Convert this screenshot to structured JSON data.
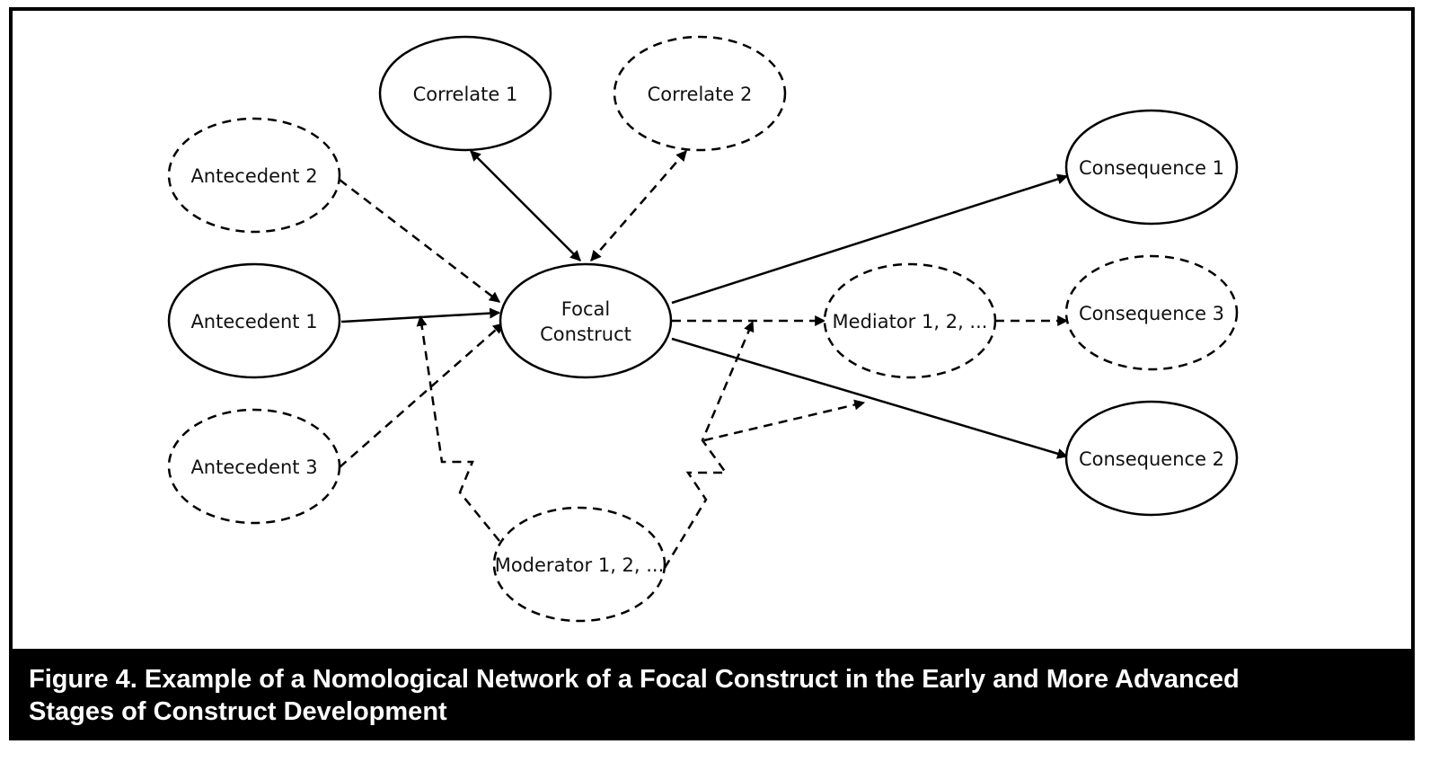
{
  "caption": {
    "line1": "Figure 4.  Example of a Nomological Network of a Focal Construct in the Early and More Advanced",
    "line2": "Stages of Construct Development"
  },
  "nodes": {
    "correlate1": "Correlate 1",
    "correlate2": "Correlate 2",
    "antecedent2": "Antecedent 2",
    "antecedent1": "Antecedent 1",
    "antecedent3": "Antecedent 3",
    "focal_line1": "Focal",
    "focal_line2": "Construct",
    "mediator": "Mediator 1, 2, ...",
    "moderator": "Moderator 1, 2, ...",
    "consequence1": "Consequence 1",
    "consequence3": "Consequence 3",
    "consequence2": "Consequence 2"
  },
  "colors": {
    "stroke": "#000000",
    "caption_bg": "#000000",
    "caption_text": "#ffffff"
  }
}
